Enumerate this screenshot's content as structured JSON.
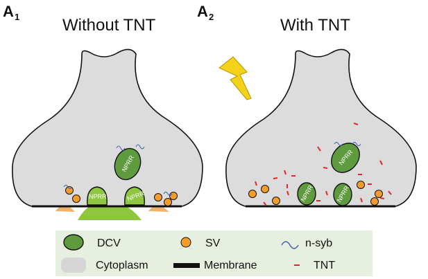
{
  "panels": [
    {
      "letter": "A",
      "subscript": "1",
      "title": "Without TNT"
    },
    {
      "letter": "A",
      "subscript": "2",
      "title": "With TNT"
    }
  ],
  "dcv_label": "NPRR",
  "legend": {
    "dcv": "DCV",
    "sv": "SV",
    "nsyb": "n-syb",
    "cytoplasm": "Cytoplasm",
    "membrane": "Membrane",
    "tnt": "TNT"
  },
  "colors": {
    "cytoplasm": "#dcdcdc",
    "dcv": "#5e9a3e",
    "sv": "#f39c2b",
    "nsyb": "#3b5fb0",
    "tnt": "#e0282c",
    "release": "#8ec63f",
    "bolt": "#f5d21a",
    "legend_bg": "#e6efe0"
  }
}
